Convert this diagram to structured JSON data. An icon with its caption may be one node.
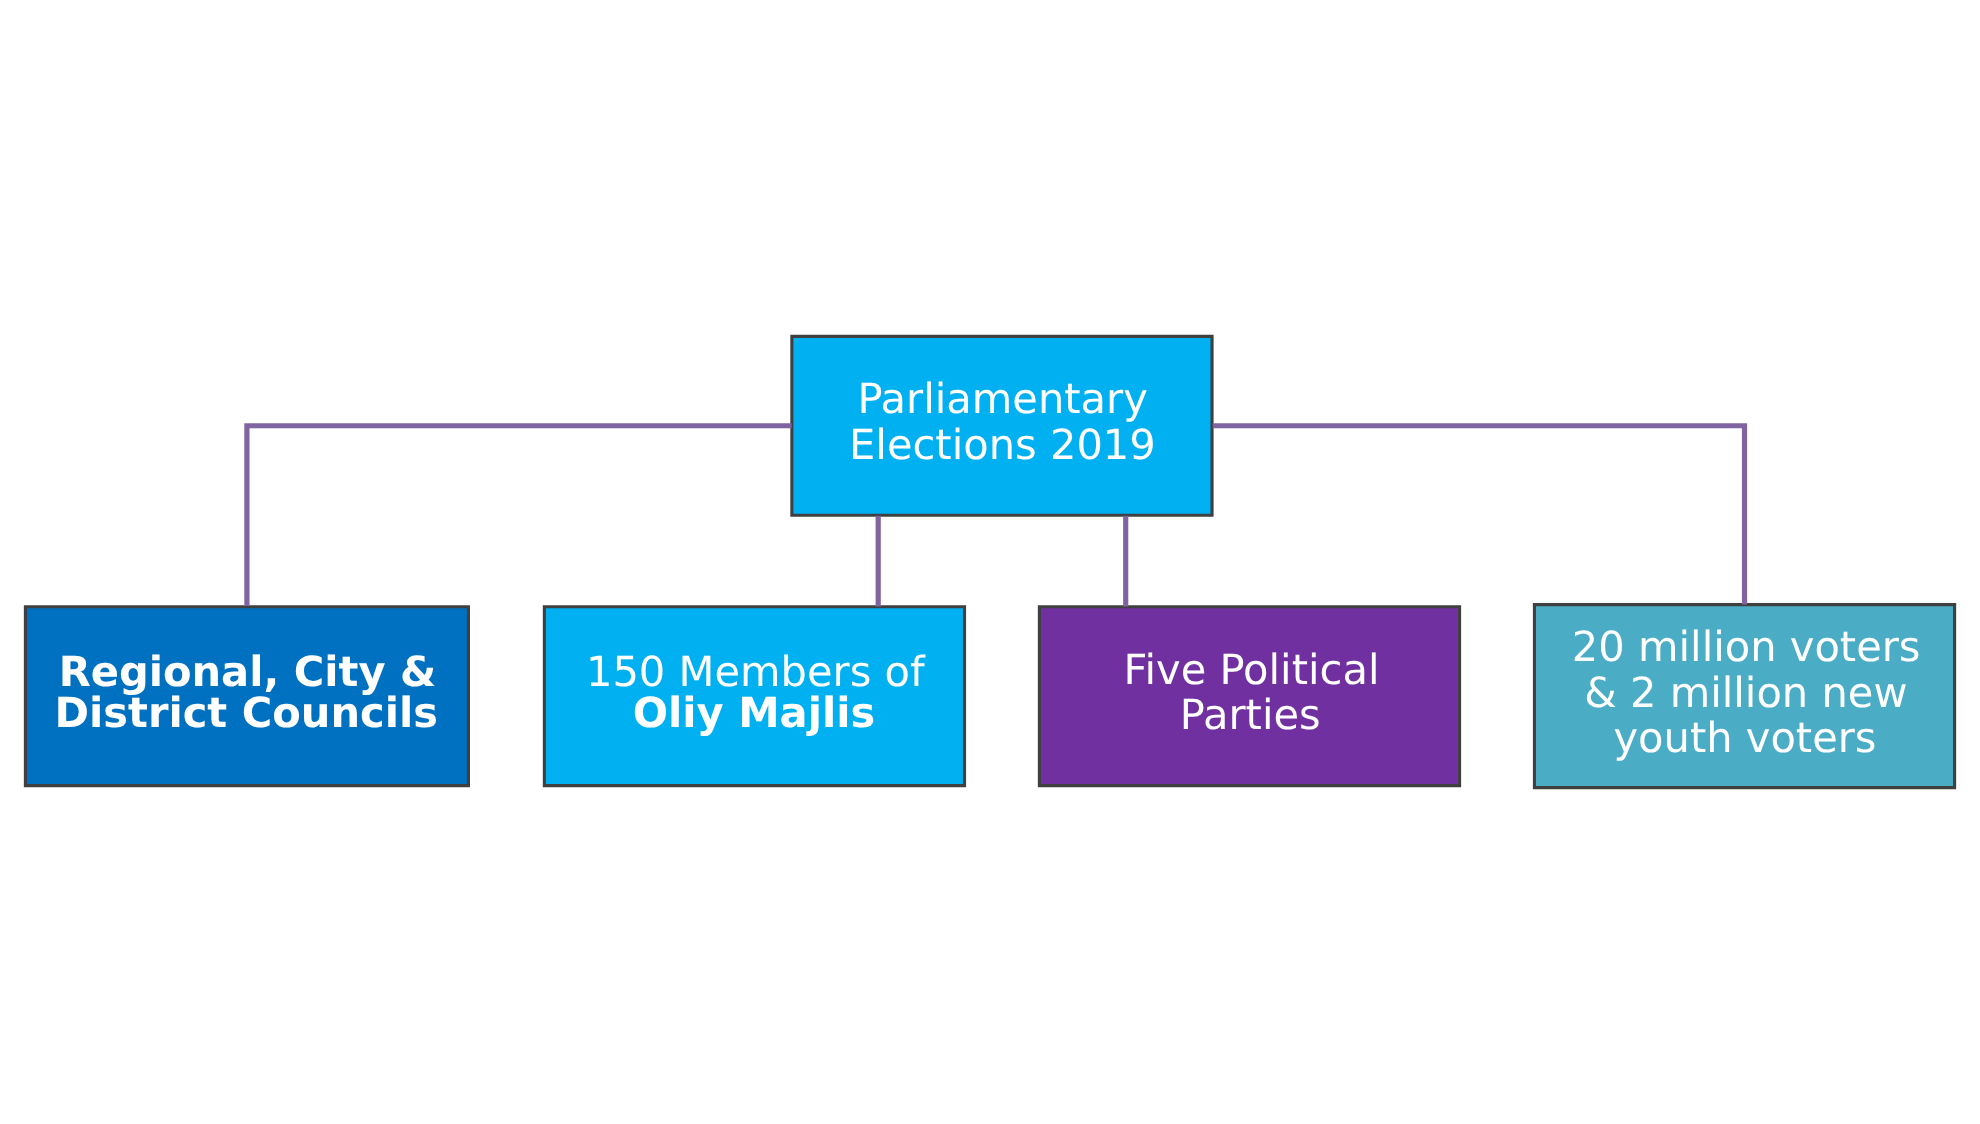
{
  "diagram": {
    "nodes": [
      {
        "text": [
          "Parliamentary Elections 2019"
        ]
      },
      {
        "text": [
          "Regional, City & District Councils"
        ]
      },
      {
        "text": [
          "150 Members of **Oliy Majlis**"
        ]
      },
      {
        "text": [
          "Five Political Parties"
        ]
      },
      {
        "text": [
          "20 million voters & 2 million new youth voters"
        ]
      }
    ],
    "edges": [
      {
        "from": 0,
        "to": 1,
        "arrow": "none"
      },
      {
        "from": 0,
        "to": 2,
        "arrow": "none"
      },
      {
        "from": 0,
        "to": 3,
        "arrow": "none"
      },
      {
        "from": 0,
        "to": 4,
        "arrow": "none"
      }
    ]
  }
}
